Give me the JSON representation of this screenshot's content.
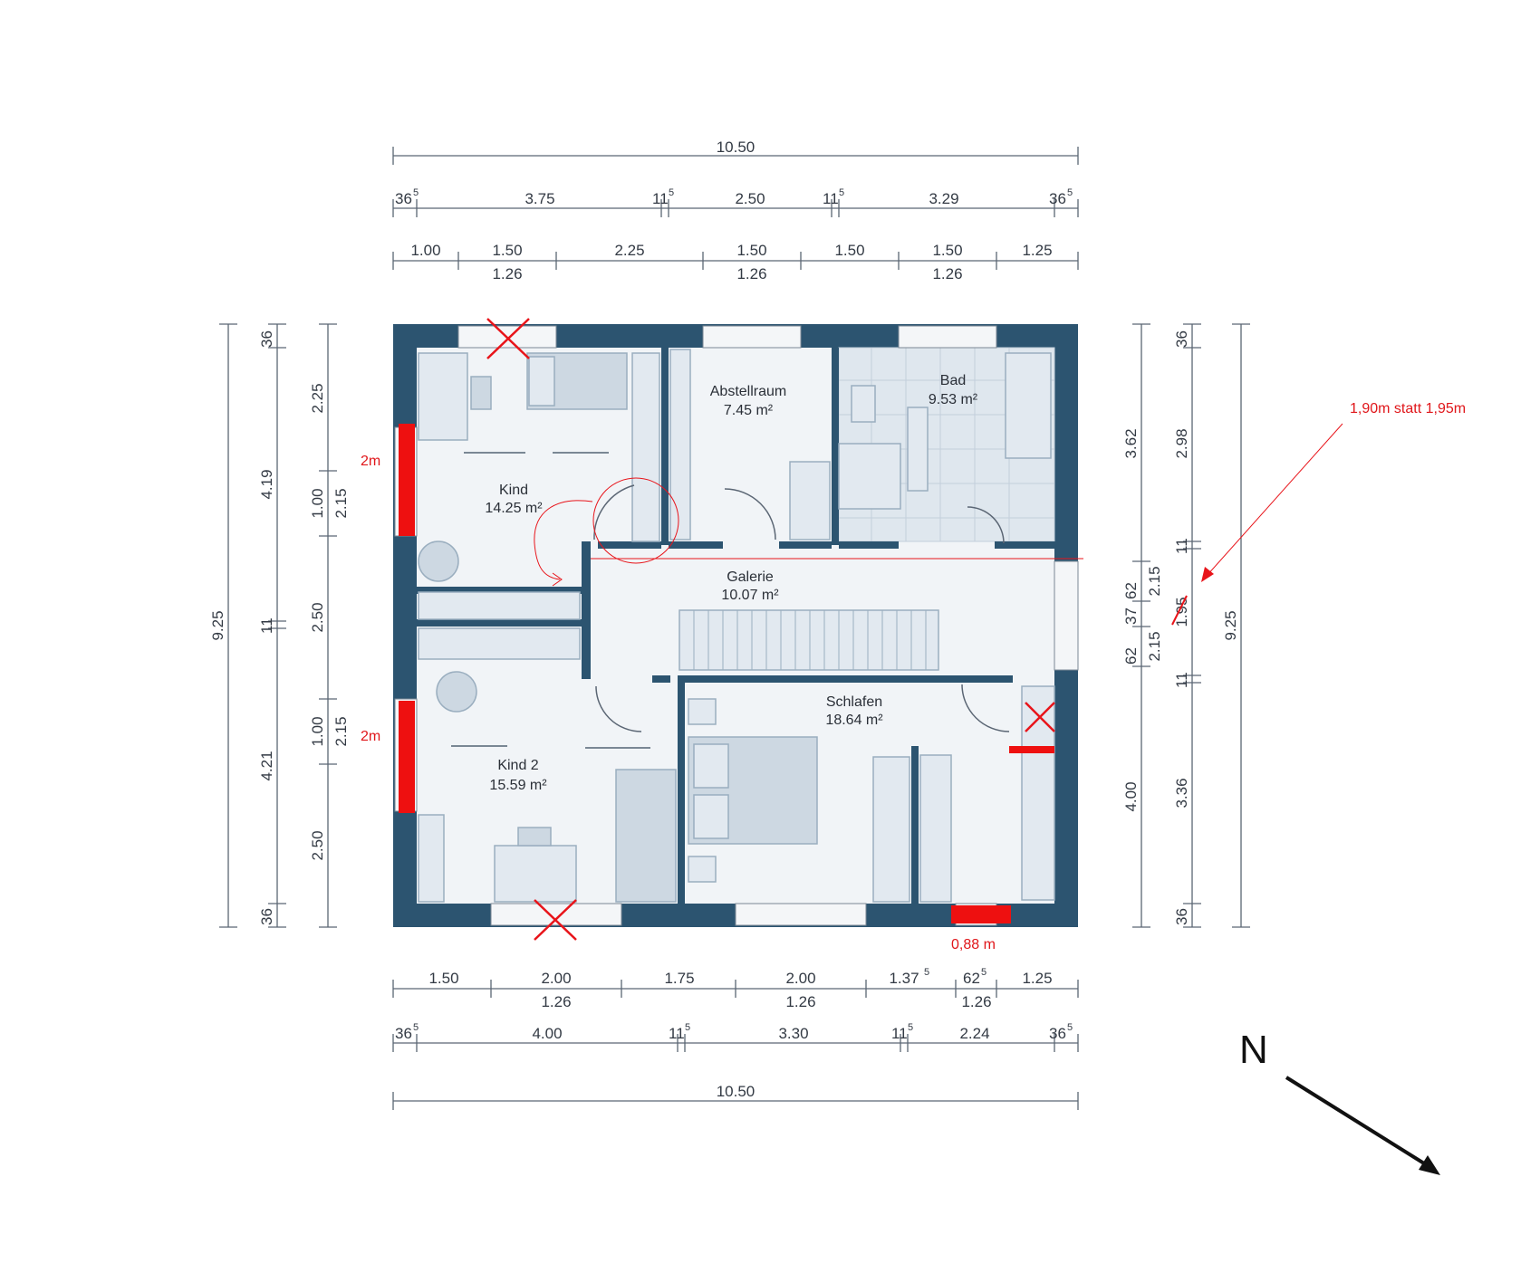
{
  "dimensions": {
    "top_total": "10.50",
    "top_row1": [
      "36",
      "3.75",
      "11",
      "2.50",
      "11",
      "3.29",
      "36"
    ],
    "top_row1_sup": "5",
    "top_row2": [
      "1.00",
      "1.50",
      "2.25",
      "1.50",
      "1.50",
      "1.50",
      "1.25"
    ],
    "top_row2_sub": [
      "1.26",
      "1.26",
      "1.26"
    ],
    "bottom_row1": [
      "1.50",
      "2.00",
      "1.75",
      "2.00",
      "1.37",
      "62",
      "1.25"
    ],
    "bottom_row1_sub": [
      "1.26",
      "1.26",
      "1.26"
    ],
    "bottom_row2": [
      "36",
      "4.00",
      "11",
      "3.30",
      "11",
      "2.24",
      "36"
    ],
    "bottom_total": "10.50",
    "left_total": "9.25",
    "left_col2": [
      "36",
      "4.19",
      "11",
      "4.21",
      "36"
    ],
    "left_col3": [
      "2.25",
      "1.00",
      "2.50",
      "1.00",
      "2.50"
    ],
    "left_col3_sub": [
      "2.15",
      "2.15"
    ],
    "right_col1": [
      "3.62",
      "62",
      "37",
      "62",
      "4.00"
    ],
    "right_col1_sub": [
      "2.15",
      "2.15"
    ],
    "right_col2": [
      "36",
      "2.98",
      "11",
      "1.95",
      "11",
      "3.36",
      "36"
    ],
    "right_total": "9.25"
  },
  "rooms": [
    {
      "name": "Kind",
      "area": "14.25 m²"
    },
    {
      "name": "Abstellraum",
      "area": "7.45 m²"
    },
    {
      "name": "Bad",
      "area": "9.53 m²"
    },
    {
      "name": "Galerie",
      "area": "10.07 m²"
    },
    {
      "name": "Kind 2",
      "area": "15.59 m²"
    },
    {
      "name": "Schlafen",
      "area": "18.64 m²"
    }
  ],
  "annotations": {
    "window_kind": "2m",
    "window_kind2": "2m",
    "bottom_width": "0,88 m",
    "stair_note": "1,90m statt 1,95m"
  },
  "compass": {
    "label": "N"
  },
  "colors": {
    "wall": "#2c5470",
    "annotation": "#e8141a"
  }
}
